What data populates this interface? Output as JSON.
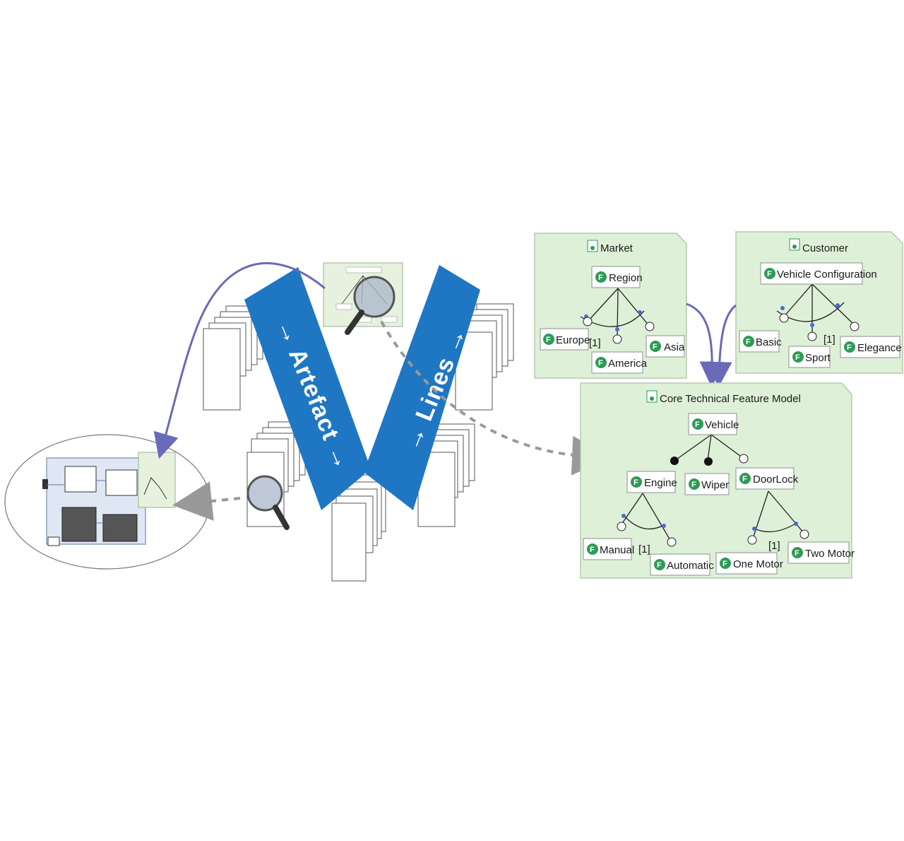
{
  "v_diagram": {
    "left_arm_label": "→ Artefact →",
    "right_arm_label": "→ Lines →",
    "colors": {
      "v_blue": "#1f77c4",
      "arc_purple": "#6a6ab8",
      "dash_gray": "#8a8a8a",
      "panel_green": "#dff0d8",
      "feature_icon": "#2e9a55"
    }
  },
  "models": {
    "market": {
      "title": "Market",
      "root": "Region",
      "children": [
        "Europe",
        "America",
        "Asia"
      ],
      "cardinality": "[1]"
    },
    "customer": {
      "title": "Customer",
      "root": "Vehicle Configuration",
      "children": [
        "Basic",
        "Sport",
        "Elegance"
      ],
      "cardinality": "[1]"
    },
    "core": {
      "title": "Core Technical Feature Model",
      "root": "Vehicle",
      "children": [
        "Engine",
        "Wiper",
        "DoorLock"
      ],
      "engine_children": [
        "Manual",
        "Automatic"
      ],
      "doorlock_children": [
        "One Motor",
        "Two Motor"
      ],
      "engine_cardinality": "[1]",
      "doorlock_cardinality": "[1]"
    }
  },
  "feature_icon_letter": "F"
}
